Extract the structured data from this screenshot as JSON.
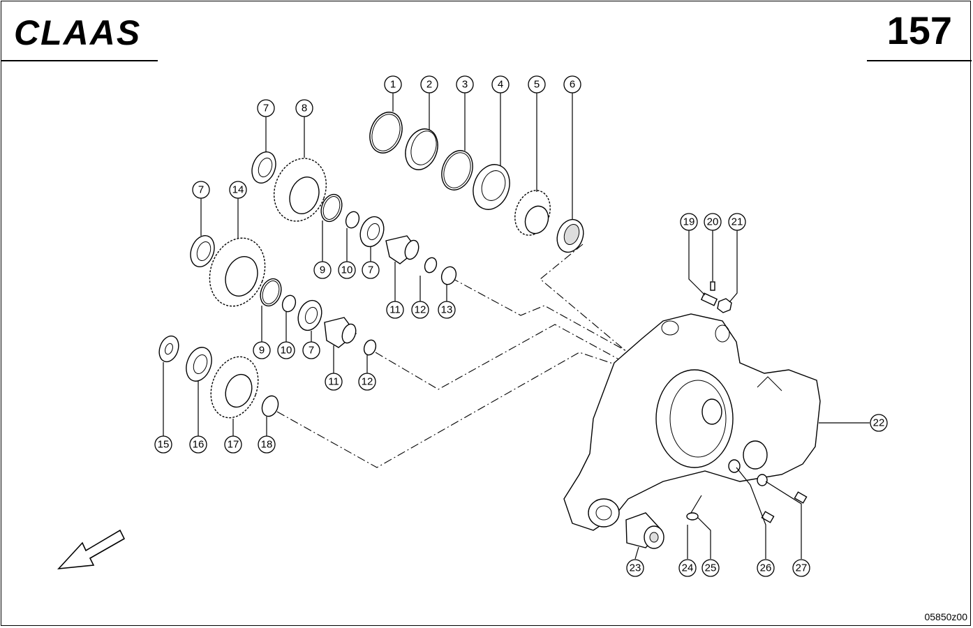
{
  "header": {
    "brand": "CLAAS",
    "page_number": "157"
  },
  "footer": {
    "drawing_code": "05850z00"
  },
  "callouts": {
    "c1": "1",
    "c2": "2",
    "c3": "3",
    "c4": "4",
    "c5": "5",
    "c6": "6",
    "c7a": "7",
    "c8": "8",
    "c7b": "7",
    "c14": "14",
    "c9a": "9",
    "c10a": "10",
    "c7c": "7",
    "c11a": "11",
    "c12a": "12",
    "c13": "13",
    "c9b": "9",
    "c10b": "10",
    "c7d": "7",
    "c11b": "11",
    "c12b": "12",
    "c15": "15",
    "c16": "16",
    "c17": "17",
    "c18": "18",
    "c19": "19",
    "c20": "20",
    "c21": "21",
    "c22": "22",
    "c23": "23",
    "c24": "24",
    "c25": "25",
    "c26": "26",
    "c27": "27"
  },
  "icons": {
    "direction_arrow": "arrow-down-left-icon"
  }
}
